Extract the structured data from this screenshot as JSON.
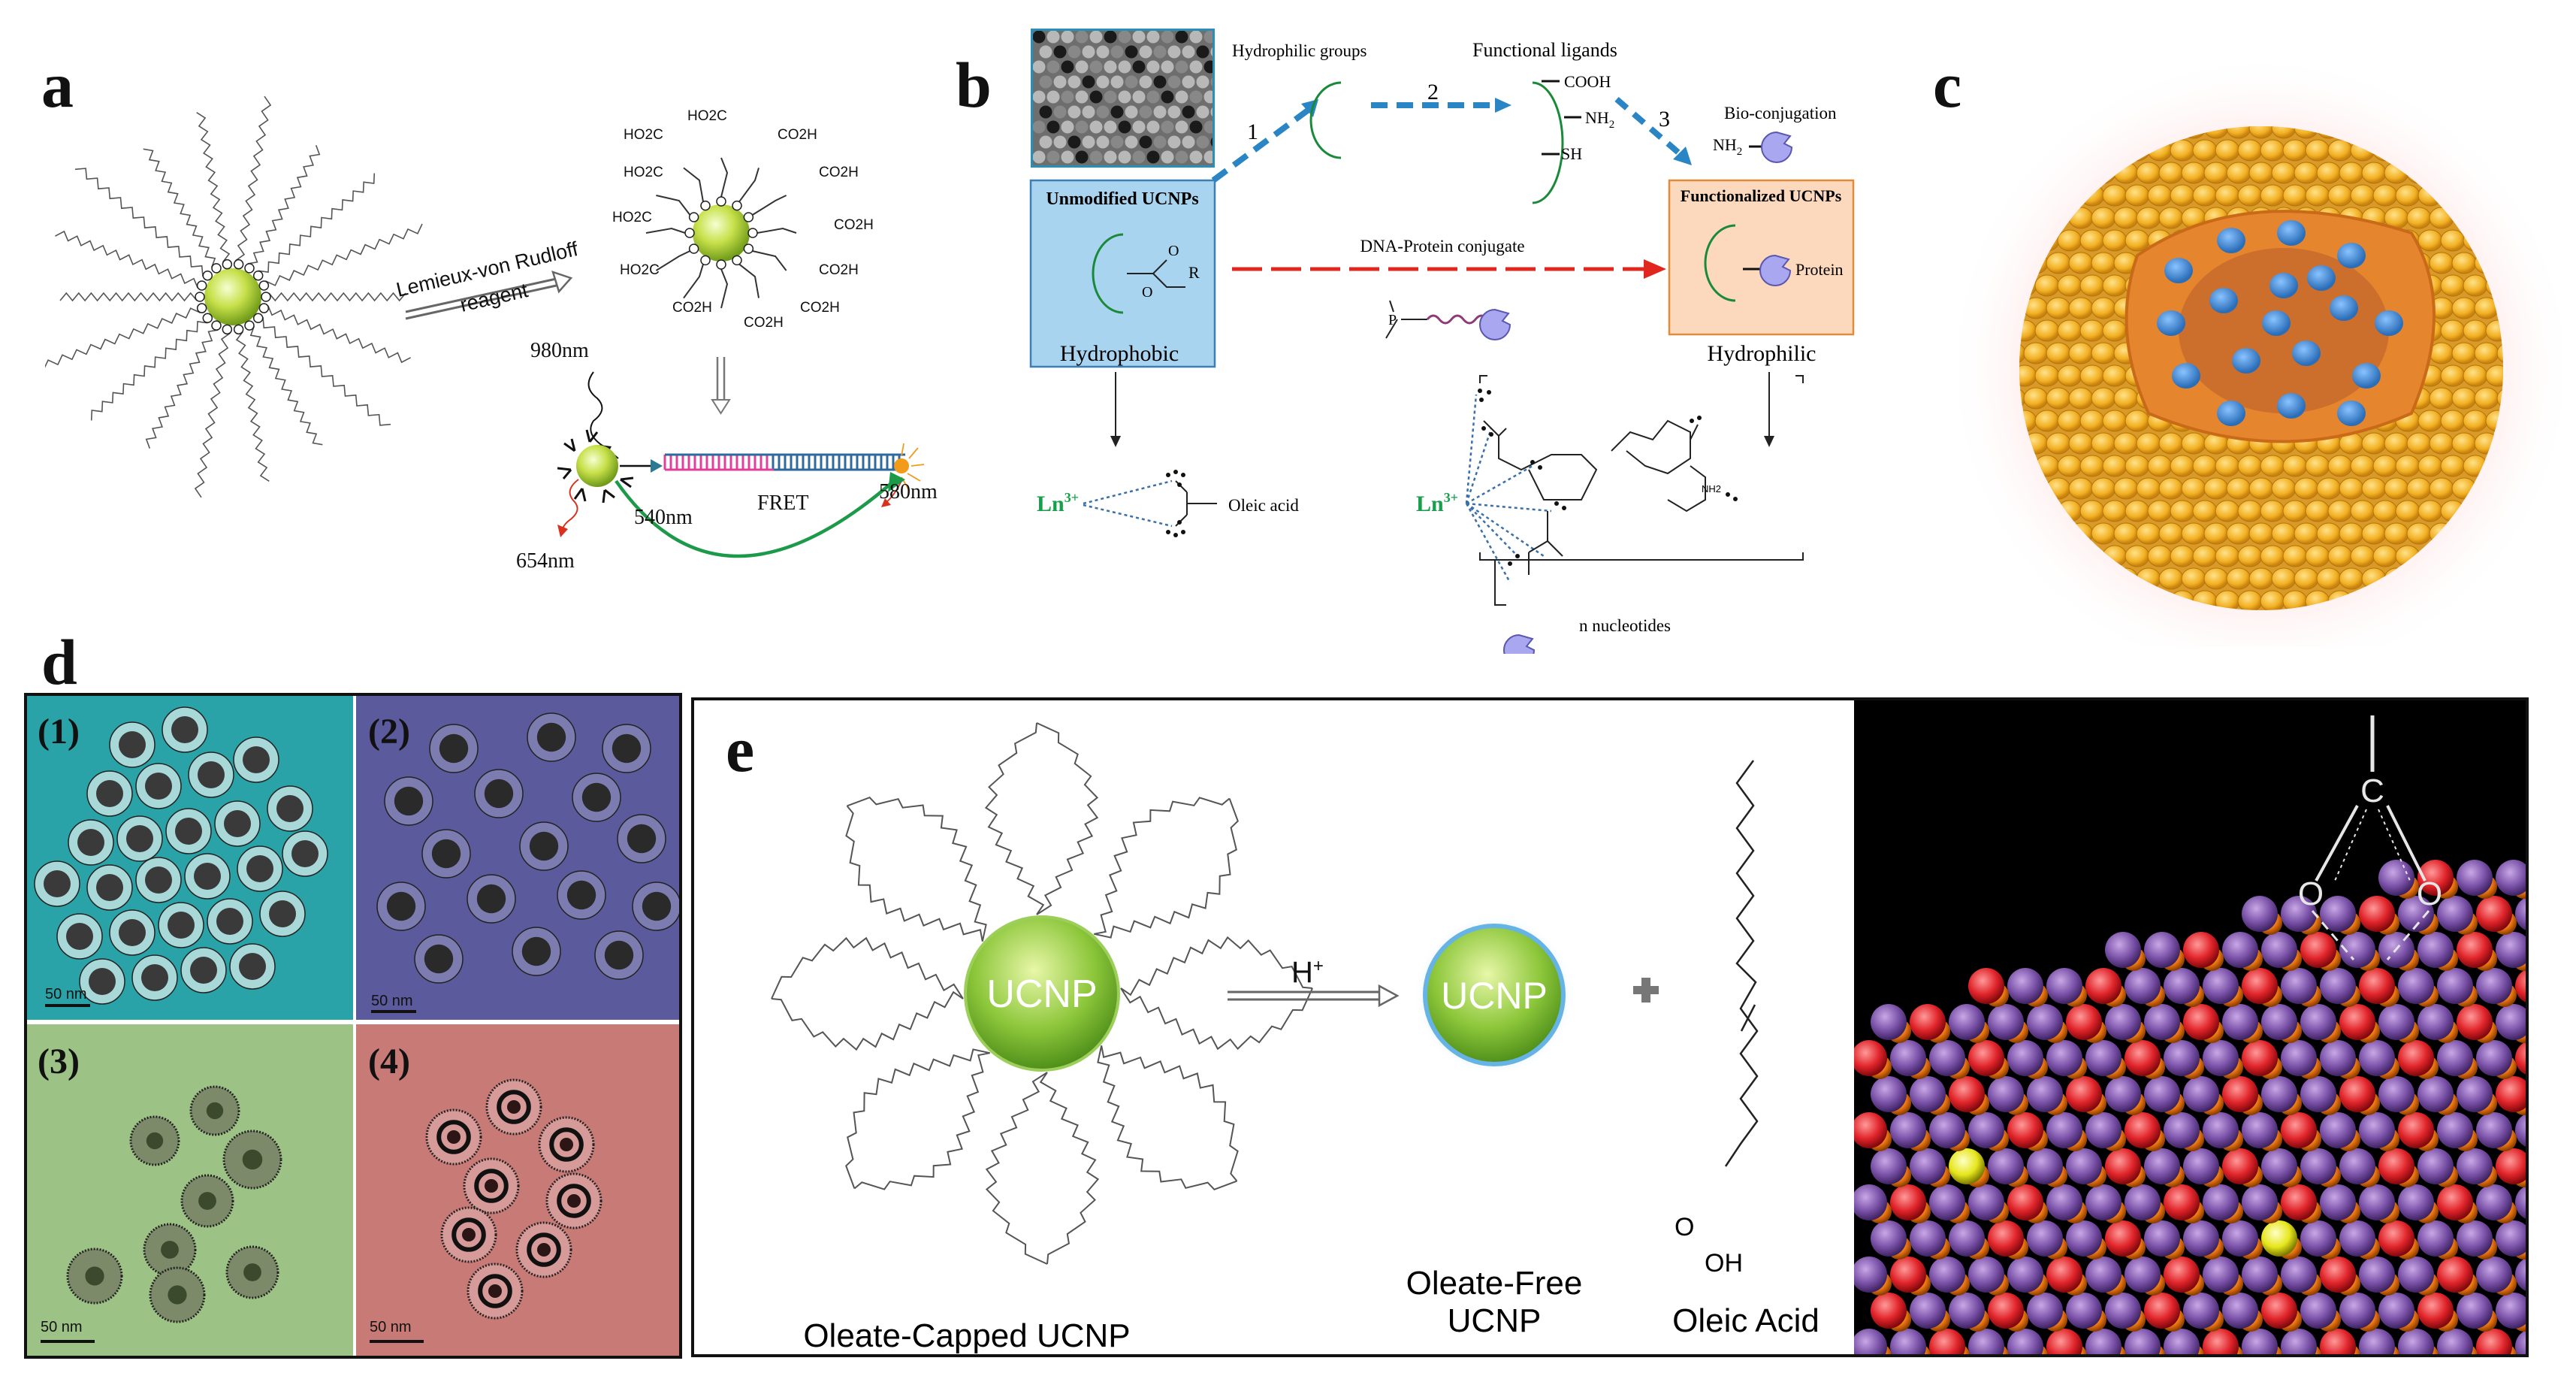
{
  "panel_labels": {
    "a": "a",
    "b": "b",
    "c": "c",
    "d": "d",
    "e": "e"
  },
  "panel_a": {
    "reagent_line1": "Lemieux-von Rudloff",
    "reagent_line2": "reagent",
    "groups": [
      "HO2C",
      "HO2C",
      "CO2H",
      "HO2C",
      "CO2H",
      "HO2C",
      "CO2H",
      "HO2C",
      "CO2H",
      "CO2H",
      "CO2H",
      "CO2H"
    ],
    "excitation": "980nm",
    "emission_left": "654nm",
    "emission_mid": "540nm",
    "emission_right": "580nm",
    "fret": "FRET"
  },
  "panel_b": {
    "hydrophilic_groups": "Hydrophilic groups",
    "functional_ligands": "Functional ligands",
    "cooh": "COOH",
    "nh2": "NH",
    "nh2_sub": "2",
    "sh": "SH",
    "bio_conjugation": "Bio-conjugation",
    "bio_nh2": "NH",
    "bio_nh2_sub": "2",
    "step1": "1",
    "step2": "2",
    "step3": "3",
    "unmodified": "Unmodified UCNPs",
    "functionalized": "Functionalized UCNPs",
    "dna_protein": "DNA-Protein conjugate",
    "protein": "Protein",
    "r_group": "R",
    "o_atom": "O",
    "hydrophobic": "Hydrophobic",
    "hydrophilic": "Hydrophilic",
    "ln_left": "Ln",
    "ln_left_sup": "3+",
    "ln_right": "Ln",
    "ln_right_sup": "3+",
    "oleic_acid": "Oleic acid",
    "n_nucleotides": "n nucleotides",
    "nh2_adenine": "NH2",
    "p_atom": "P"
  },
  "panel_d": {
    "sub1": "(1)",
    "sub2": "(2)",
    "sub3": "(3)",
    "sub4": "(4)",
    "scale1": "50 nm",
    "scale2": "50 nm",
    "scale3": "50 nm",
    "scale4": "50 nm",
    "colors": {
      "d1": "#29a3a8",
      "d2": "#5a5a9c",
      "d3": "#9cc285",
      "d4": "#c77a76"
    }
  },
  "panel_e": {
    "ucnp_left": "UCNP",
    "ucnp_right": "UCNP",
    "acid": "H",
    "acid_sup": "+",
    "plus": "+",
    "oh": "OH",
    "o": "O",
    "caption_left": "Oleate-Capped UCNP",
    "caption_mid_1": "Oleate-Free",
    "caption_mid_2": "UCNP",
    "caption_right": "Oleic Acid",
    "atom_c": "C",
    "atom_o1": "O",
    "atom_o2": "O"
  }
}
